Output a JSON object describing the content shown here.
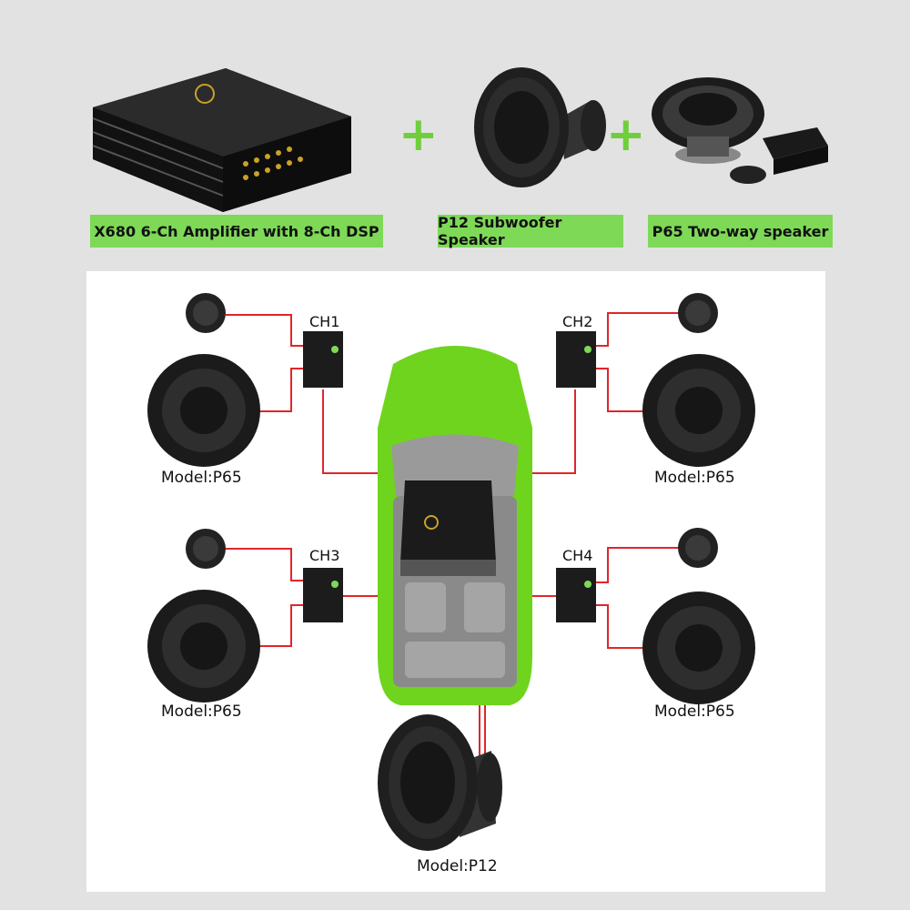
{
  "products": {
    "amp_label": "X680 6-Ch Amplifier with 8-Ch DSP",
    "sub_label": "P12 Subwoofer Speaker",
    "twoway_label": "P65 Two-way speaker",
    "plus": "+"
  },
  "diagram": {
    "channels": [
      "CH1",
      "CH2",
      "CH3",
      "CH4"
    ],
    "models": [
      "Model:P65",
      "Model:P65",
      "Model:P65",
      "Model:P65",
      "Model:P12"
    ]
  },
  "colors": {
    "label_bg": "#7ed957",
    "plus": "#6fcf3a",
    "car": "#6fd41e",
    "wire": "#e0262a"
  }
}
